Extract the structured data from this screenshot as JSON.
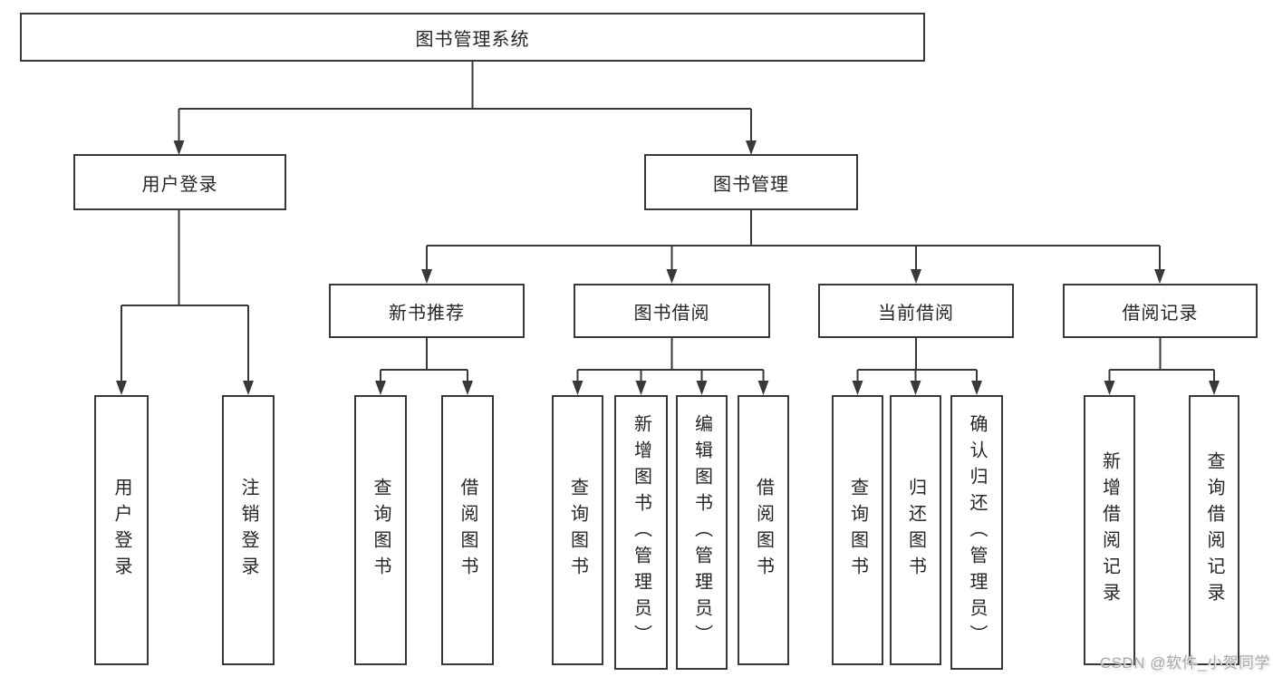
{
  "tree": {
    "root": "图书管理系统",
    "level1": [
      "用户登录",
      "图书管理"
    ],
    "level2": [
      "新书推荐",
      "图书借阅",
      "当前借阅",
      "借阅记录"
    ],
    "leaves": {
      "user_login": [
        "用户登录",
        "注销登录"
      ],
      "new_book_recommend": [
        "查询图书",
        "借阅图书"
      ],
      "book_borrow": [
        "查询图书",
        "新增图书（管理员）",
        "编辑图书（管理员）",
        "借阅图书"
      ],
      "current_borrow": [
        "查询图书",
        "归还图书",
        "确认归还（管理员）"
      ],
      "borrow_record": [
        "新增借阅记录",
        "查询借阅记录"
      ]
    }
  },
  "watermark": "CSDN @软件_小贺同学",
  "colors": {
    "line": "#383838",
    "box_border": "#383838",
    "text": "#262626",
    "watermark": "#a9a9a9",
    "background": "#ffffff"
  }
}
